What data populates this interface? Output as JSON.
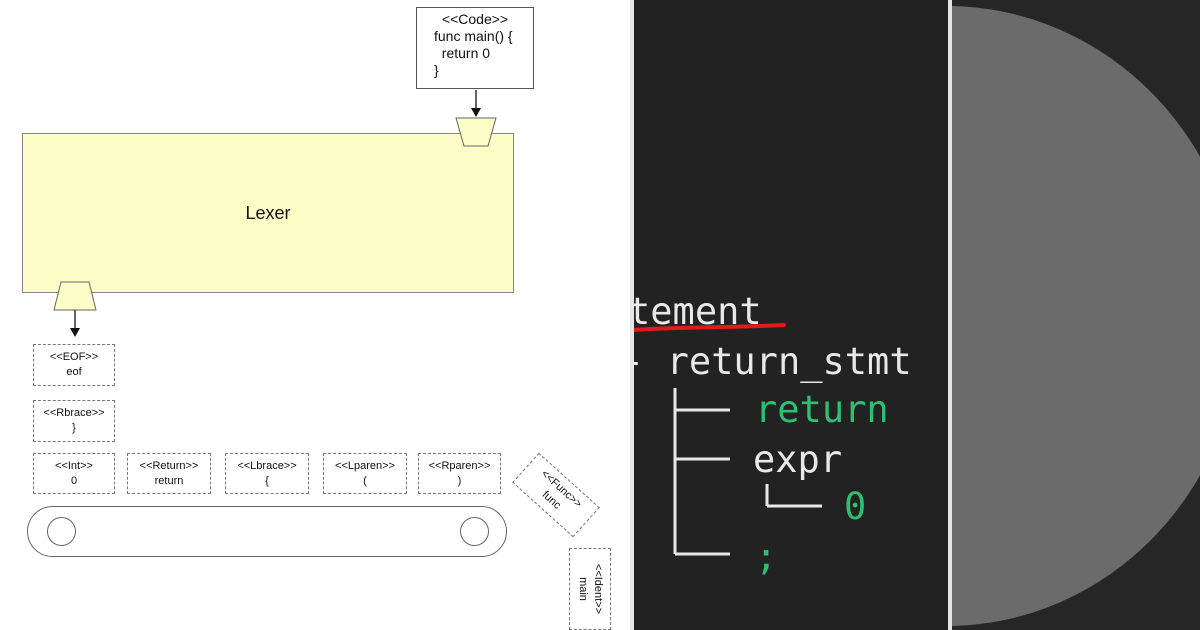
{
  "diagram": {
    "code_box": {
      "lines": [
        "<<Code>>",
        "func main() {",
        "  return 0",
        "}"
      ]
    },
    "lexer_label": "Lexer",
    "tokens": {
      "eof": {
        "kind": "<<EOF>>",
        "value": "eof"
      },
      "rbrace": {
        "kind": "<<Rbrace>>",
        "value": "}"
      },
      "int": {
        "kind": "<<Int>>",
        "value": "0"
      },
      "return": {
        "kind": "<<Return>>",
        "value": "return"
      },
      "lbrace": {
        "kind": "<<Lbrace>>",
        "value": "{"
      },
      "lparen": {
        "kind": "<<Lparen>>",
        "value": "("
      },
      "rparen": {
        "kind": "<<Rparen>>",
        "value": ")"
      },
      "func": {
        "kind": "<<Func>>",
        "value": "func"
      },
      "ident": {
        "kind": "<<Ident>>",
        "value": "main"
      }
    }
  },
  "terminal": {
    "lines": [
      {
        "prefix": "",
        "text": "tement"
      },
      {
        "prefix": "- ",
        "text": "return_stmt"
      },
      {
        "prefix": "",
        "text": "return"
      },
      {
        "prefix": "",
        "text": "expr"
      },
      {
        "prefix": "",
        "text": "0"
      },
      {
        "prefix": "",
        "text": ";"
      }
    ],
    "colors": {
      "background": "#222222",
      "keyword": "#2fbf71",
      "text": "#e8e8e8",
      "underline": "#e01b1b"
    }
  }
}
